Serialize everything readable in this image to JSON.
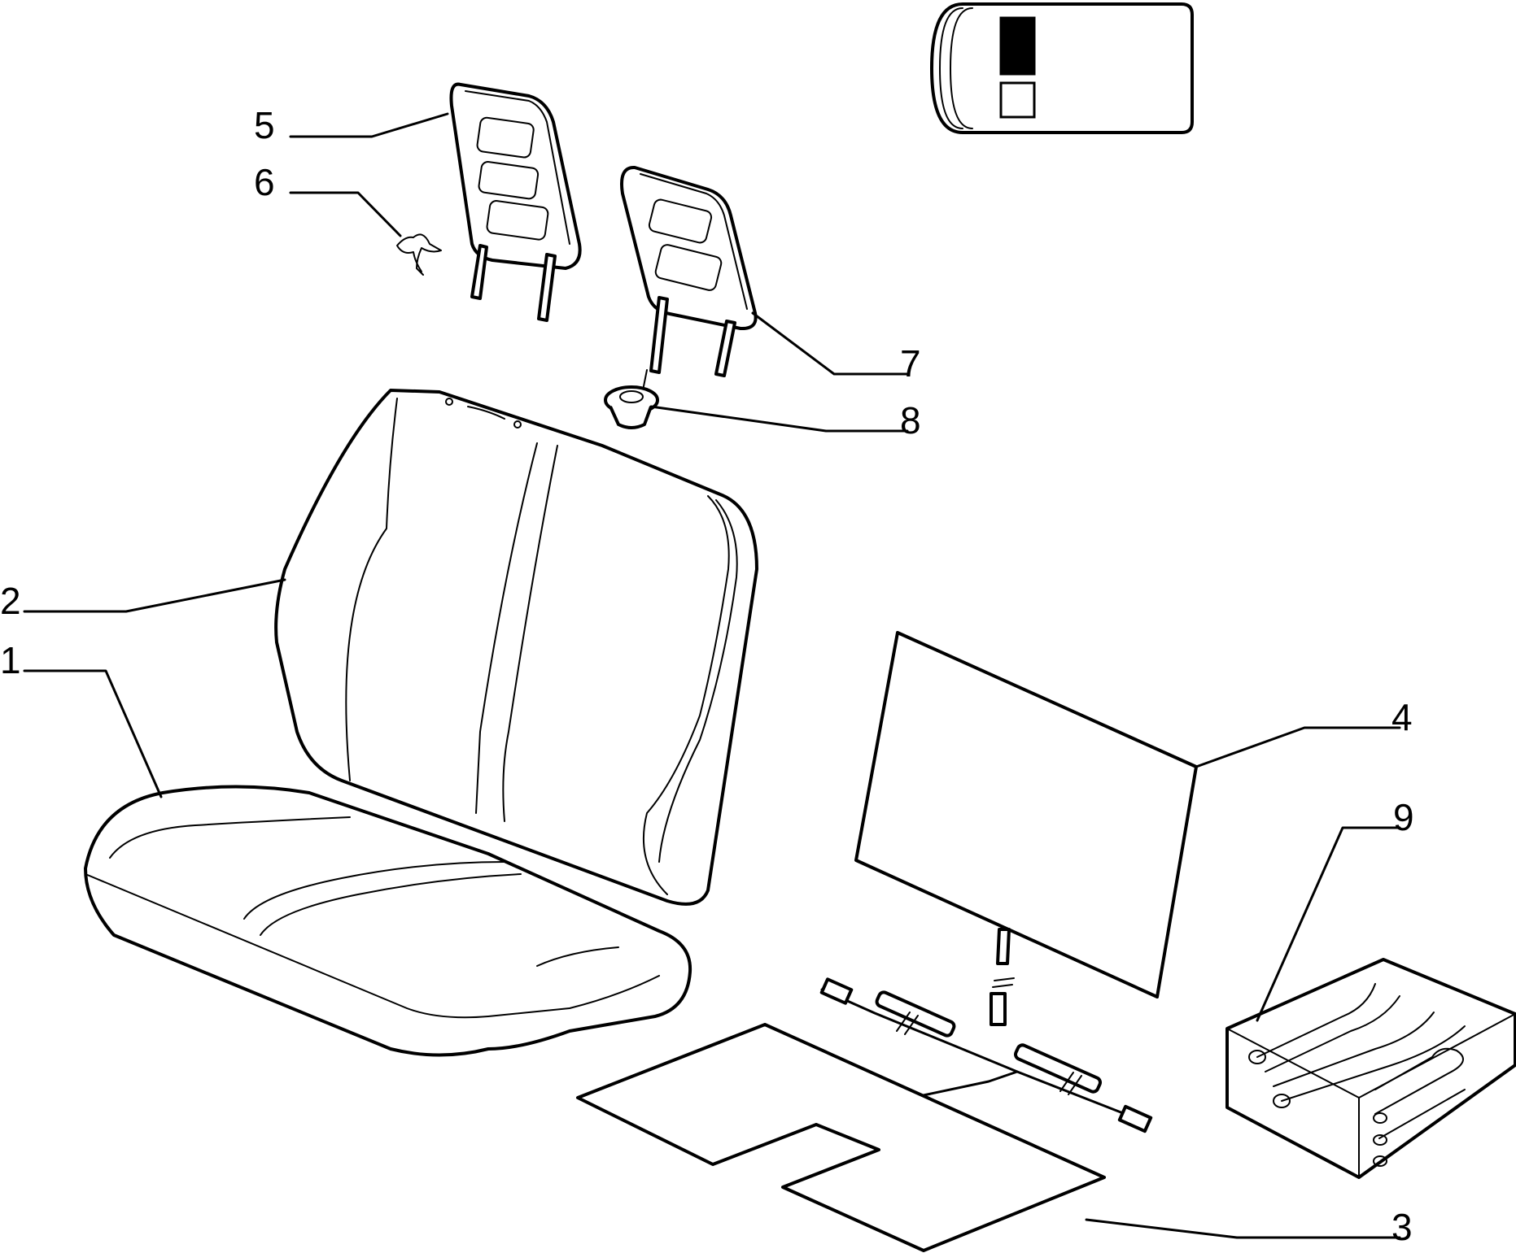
{
  "callouts": [
    {
      "id": "1",
      "label": "1"
    },
    {
      "id": "2",
      "label": "2"
    },
    {
      "id": "3",
      "label": "3"
    },
    {
      "id": "4",
      "label": "4"
    },
    {
      "id": "5",
      "label": "5"
    },
    {
      "id": "6",
      "label": "6"
    },
    {
      "id": "7",
      "label": "7"
    },
    {
      "id": "8",
      "label": "8"
    },
    {
      "id": "9",
      "label": "9"
    }
  ],
  "legend": {
    "swatch_colors": [
      "#000000",
      "#ffffff"
    ]
  }
}
